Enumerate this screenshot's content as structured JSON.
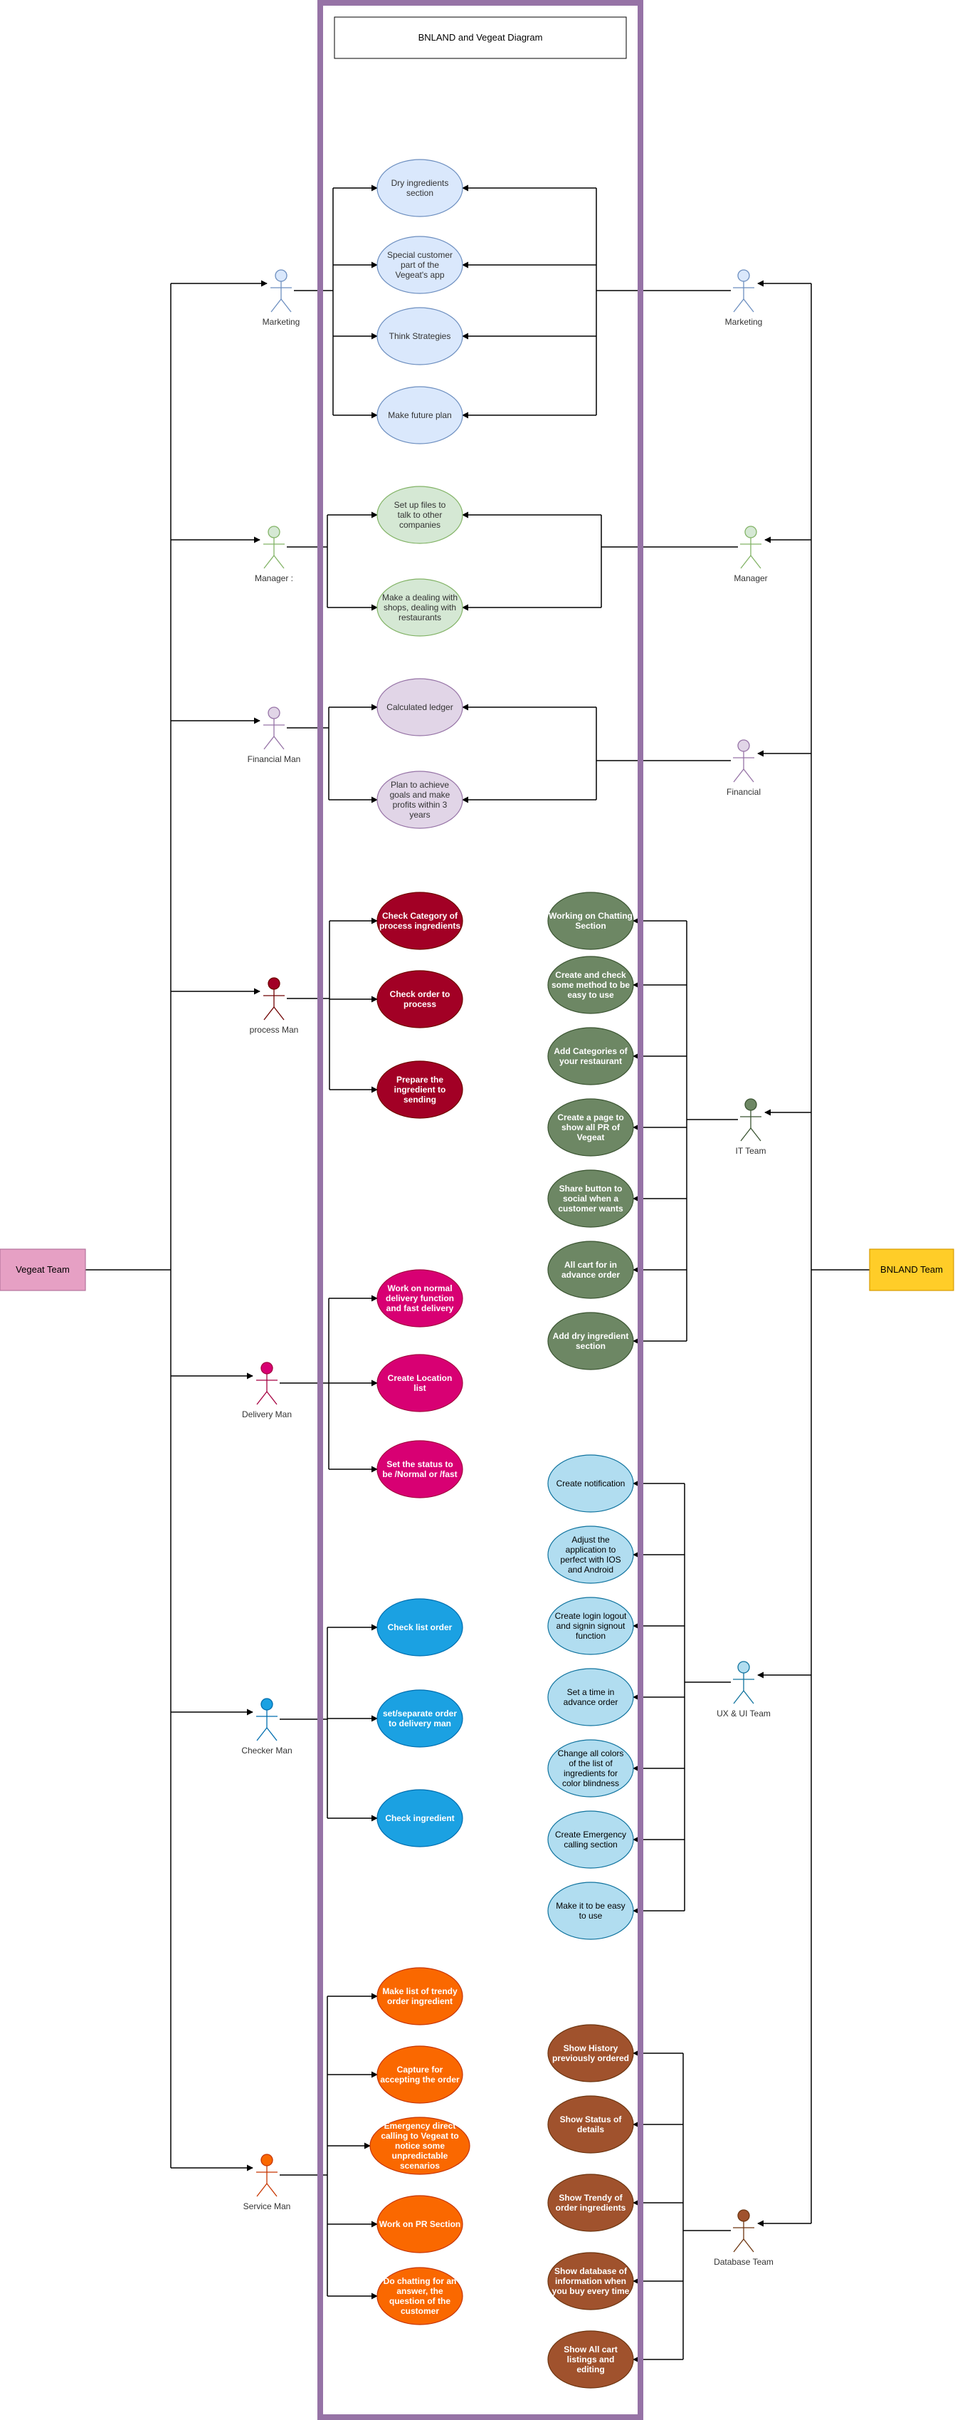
{
  "title": "BNLAND and Vegeat Diagram",
  "colors": {
    "boundary": "#9673a6",
    "line": "#000000",
    "actor_blue": "#dae8fc",
    "actor_blue_stroke": "#6c8ebf",
    "actor_green": "#d5e8d4",
    "actor_green_stroke": "#82b366",
    "actor_purple": "#e1d5e7",
    "actor_purple_stroke": "#9673a6",
    "process": "#a20025",
    "delivery": "#d80073",
    "checker": "#1ba1e2",
    "service": "#fa6800",
    "it": "#6d8764",
    "ux": "#b1ddf0",
    "ux_stroke": "#10739e",
    "database": "#a0522d",
    "vegeat": "#e6a0c4",
    "bnland": "#ffcd28"
  },
  "teams": {
    "vegeat": "Vegeat Team",
    "bnland": "BNLAND Team"
  },
  "actors": {
    "vegeat_marketing": "Marketing",
    "vegeat_manager": "Manager :",
    "vegeat_financial": "Financial Man",
    "process_man": "process Man",
    "delivery_man": "Delivery Man",
    "checker_man": "Checker Man",
    "service_man": "Service Man",
    "bnland_marketing": "Marketing",
    "bnland_manager": "Manager",
    "bnland_financial": "Financial",
    "it_team": "IT Team",
    "ux_team": "UX & UI Team",
    "database_team": "Database Team"
  },
  "usecases": {
    "marketing": [
      "Dry ingredients section",
      "Special customer part of the Vegeat's app",
      "Think Strategies",
      "Make future plan"
    ],
    "manager": [
      "Set up files to talk to other companies",
      "Make a dealing with shops, dealing with restaurants"
    ],
    "financial": [
      "Calculated ledger",
      "Plan to achieve goals and make profits within 3 years"
    ],
    "process": [
      "Check Category of process ingredients",
      "Check order to process",
      "Prepare the ingredient to sending"
    ],
    "delivery": [
      "Work on normal delivery function and fast delivery",
      "Create Location list",
      "Set the status to be /Normal or /fast"
    ],
    "checker": [
      "Check list order",
      "set/separate order to delivery man",
      "Check ingredient"
    ],
    "service": [
      "Make list of trendy order ingredient",
      "Capture for accepting the order",
      "Emergency direct calling to Vegeat to notice some unpredictable scenarios",
      "Work on PR Section",
      "Do chatting for an answer, the question of the customer"
    ],
    "it": [
      "Working on Chatting Section",
      "Create and check some method to be easy to use",
      "Add Categories of your restaurant",
      "Create a page to show all PR of Vegeat",
      "Share button to social when a customer wants",
      "All cart for in advance order",
      "Add dry ingredient section"
    ],
    "ux": [
      "Create notification",
      "Adjust the application to perfect with IOS and Android",
      "Create login logout and signin signout function",
      "Set a time in advance order",
      "Change all colors of the list of ingredients for color blindness",
      "Create Emergency calling section",
      "Make it to be easy to use"
    ],
    "database": [
      "Show History previously ordered",
      "Show Status of details",
      "Show Trendy of order ingredients",
      "Show database of information when you buy every time",
      "Show All cart listings and editing"
    ]
  }
}
